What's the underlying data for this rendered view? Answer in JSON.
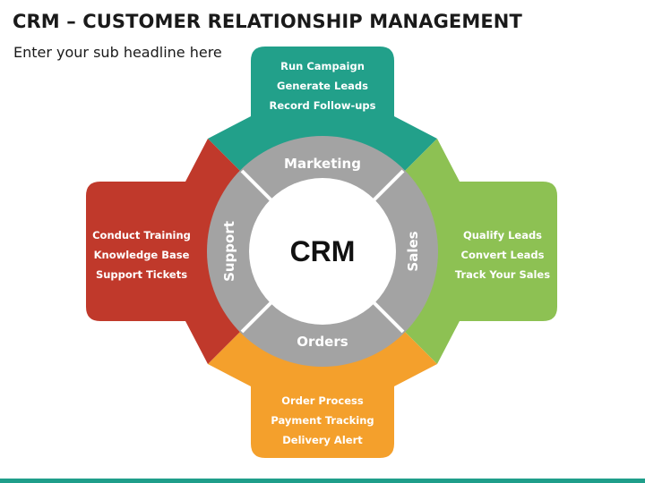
{
  "header": {
    "title": "CRM – CUSTOMER RELATIONSHIP MANAGEMENT",
    "subtitle": "Enter your sub headline here"
  },
  "center": {
    "label": "CRM"
  },
  "segments": {
    "marketing": {
      "label": "Marketing",
      "color": "#22a08a",
      "items": [
        "Run Campaign",
        "Generate Leads",
        "Record Follow-ups"
      ]
    },
    "sales": {
      "label": "Sales",
      "color": "#8dc153",
      "items": [
        "Qualify Leads",
        "Convert Leads",
        "Track Your Sales"
      ]
    },
    "orders": {
      "label": "Orders",
      "color": "#f4a02c",
      "items": [
        "Order Process",
        "Payment Tracking",
        "Delivery Alert"
      ]
    },
    "support": {
      "label": "Support",
      "color": "#c0392b",
      "items": [
        "Conduct Training",
        "Knowledge Base",
        "Support Tickets"
      ]
    }
  },
  "ring_color": "#a3a3a3"
}
